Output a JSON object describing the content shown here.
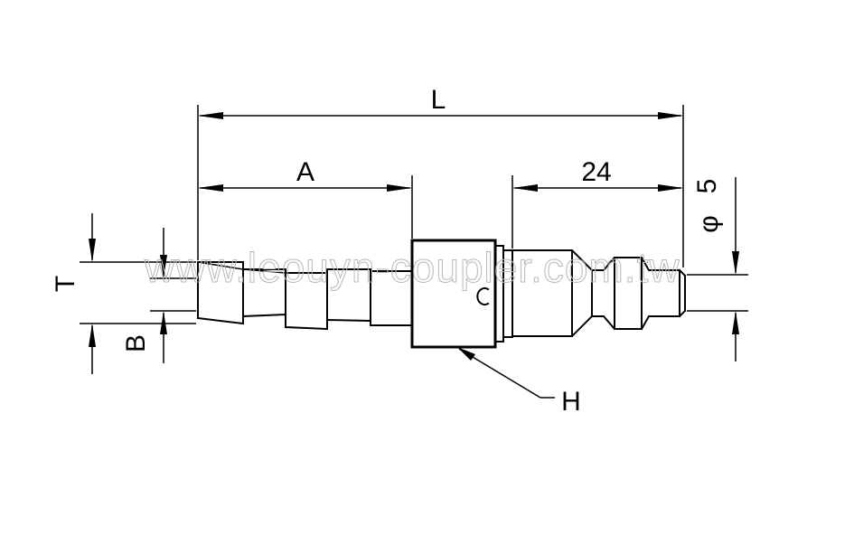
{
  "labels": {
    "length": "L",
    "barb_length": "A",
    "plug_length": "24",
    "outer_diameter": "T",
    "bore": "B",
    "hex": "H",
    "diameter_symbol": "φ",
    "diameter_value": "5"
  },
  "watermark": "www.leouyn-coupler.com.tw",
  "colors": {
    "line": "#000000",
    "watermark": "#b8b8b8",
    "background": "#ffffff"
  }
}
